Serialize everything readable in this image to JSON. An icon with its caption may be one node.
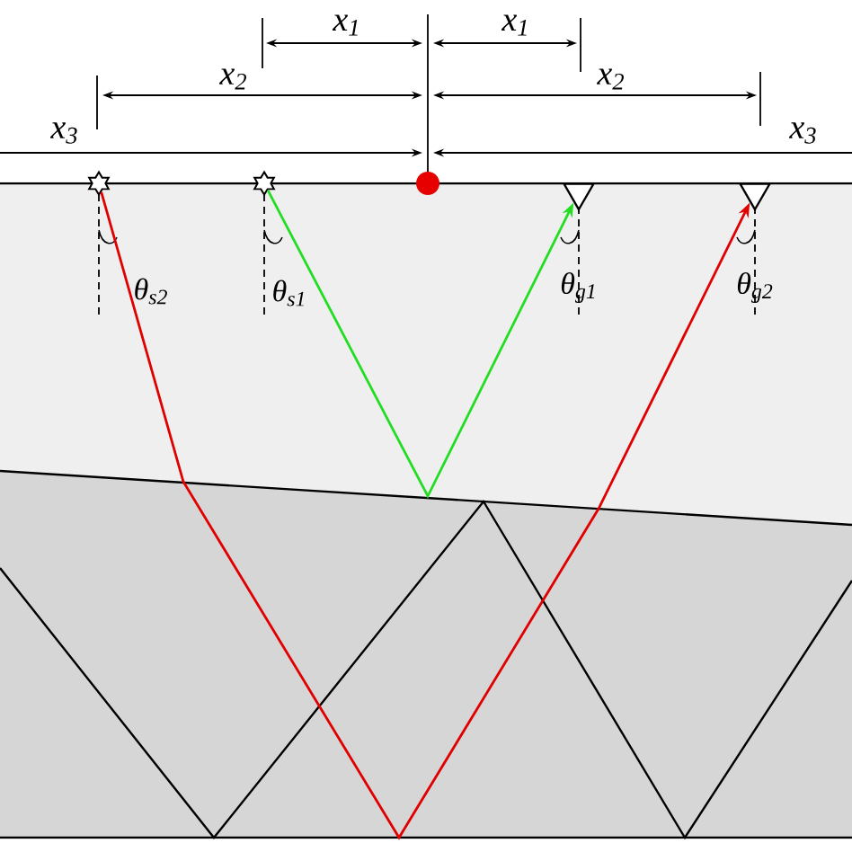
{
  "diagram": {
    "nodes": [
      {
        "text": [],
        "shape": "star"
      },
      {
        "text": [],
        "shape": "star"
      },
      {
        "text": [],
        "shape": "circle"
      },
      {
        "text": [],
        "shape": "triangle"
      },
      {
        "text": [],
        "shape": "triangle"
      }
    ],
    "edges": [
      {
        "from": 1,
        "to": 3,
        "arrow": "to",
        "color": "#22dd22"
      },
      {
        "from": 0,
        "to": 4,
        "arrow": "to",
        "color": "#e00000"
      }
    ],
    "labels": [
      "x$_{1}$",
      "x$_{1}$",
      "x$_{2}$",
      "x$_{2}$",
      "x$_{3}$",
      "x$_{3}$",
      "θ$_{s2}$",
      "θ$_{s1}$",
      "θ$_{g1}$",
      "θ$_{g2}$"
    ]
  }
}
